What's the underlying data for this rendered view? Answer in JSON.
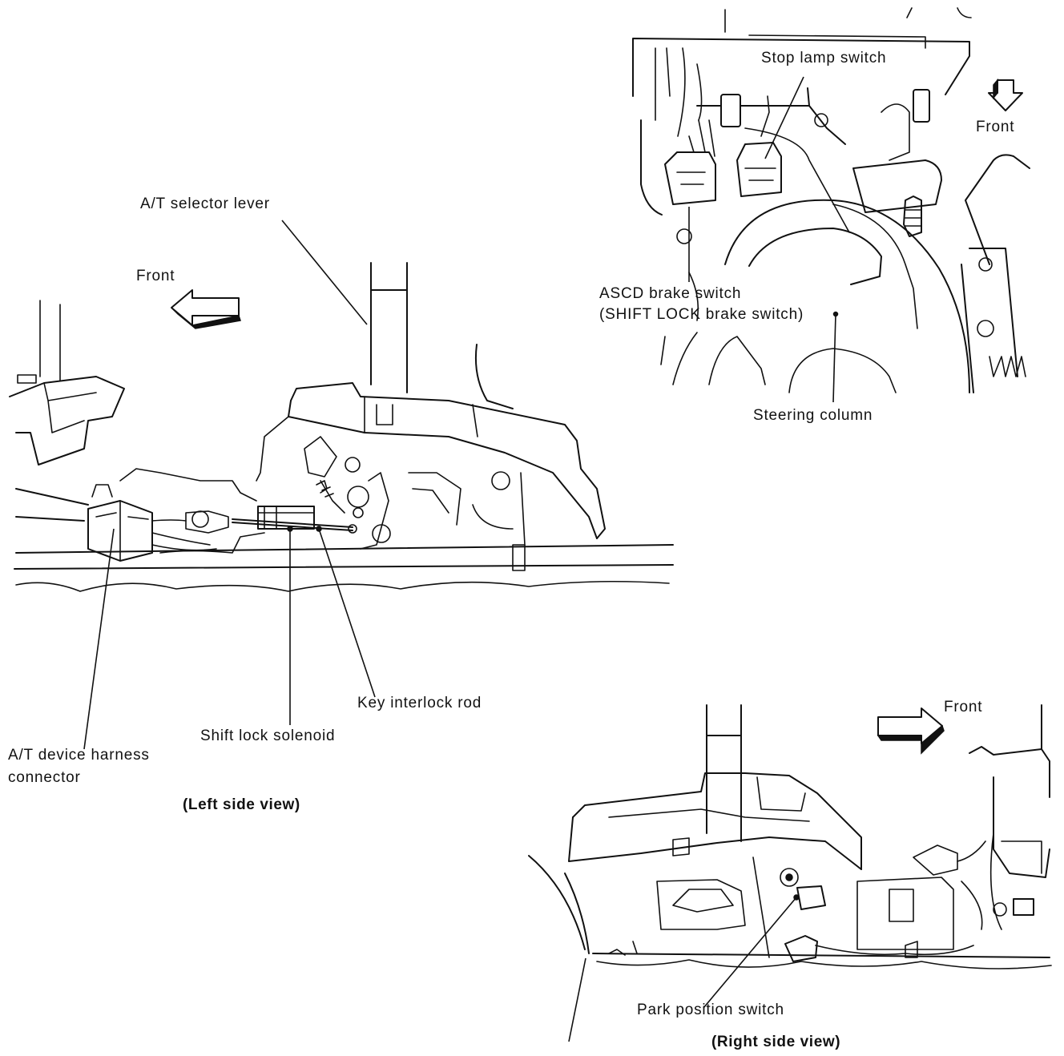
{
  "labels": {
    "stop_lamp_switch": "Stop lamp switch",
    "front_top_right": "Front",
    "asc_brake_switch_line1": "ASCD brake switch",
    "asc_brake_switch_line2": "(SHIFT LOCK brake switch)",
    "steering_column": "Steering column",
    "at_selector_lever": "A/T selector lever",
    "front_left": "Front",
    "key_interlock_rod": "Key interlock rod",
    "shift_lock_solenoid": "Shift lock solenoid",
    "at_harness_line1": "A/T device harness",
    "at_harness_line2": "connector",
    "front_right": "Front",
    "park_position_switch": "Park position switch"
  },
  "captions": {
    "left_side_view": "(Left side view)",
    "right_side_view": "(Right side view)"
  }
}
